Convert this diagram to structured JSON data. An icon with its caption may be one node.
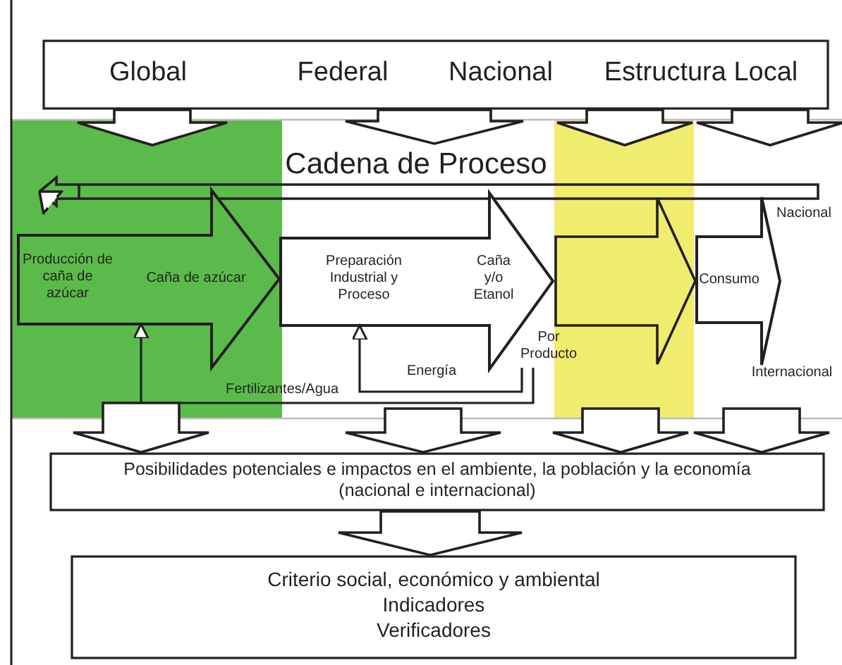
{
  "diagram": {
    "nodes": [
      {
        "text": [
          "Global",
          "Federal",
          "Nacional",
          "Estructura Local"
        ]
      },
      {
        "text": [
          "Producción de caña de azúcar",
          "Caña de azúcar"
        ]
      },
      {
        "text": [
          "Preparación Industrial y Proceso",
          "Caña y/o Etanol"
        ]
      },
      {
        "text": [
          "Consumo"
        ]
      },
      {
        "text": [
          "Posibilidades potenciales e impactos en el ambiente, la población y la economía (nacional e internacional)"
        ]
      },
      {
        "text": [
          "Criterio social, económico y ambiental",
          "Indicadores",
          "Verificadores"
        ]
      },
      {
        "text": [
          "Por Producto"
        ]
      }
    ],
    "edges": [
      {
        "from": 0,
        "to": null,
        "arrow": "to"
      },
      {
        "from": 0,
        "to": null,
        "arrow": "to"
      },
      {
        "from": 0,
        "to": null,
        "arrow": "to"
      },
      {
        "from": 0,
        "to": null,
        "arrow": "to"
      },
      {
        "from": 2,
        "to": 3,
        "arrow": "to"
      },
      {
        "from": 3,
        "to": null,
        "arrow": "to"
      },
      {
        "from": 6,
        "to": 1,
        "arrow": "to",
        "label": "Fertilizantes/Agua"
      },
      {
        "from": 6,
        "to": 2,
        "arrow": "to",
        "label": "Energía"
      },
      {
        "from": null,
        "to": 4,
        "arrow": "to"
      },
      {
        "from": null,
        "to": 4,
        "arrow": "to"
      },
      {
        "from": null,
        "to": 4,
        "arrow": "to"
      },
      {
        "from": null,
        "to": 4,
        "arrow": "to"
      },
      {
        "from": 4,
        "to": 5,
        "arrow": "to"
      }
    ],
    "labels": [
      "Cadena de Proceso",
      "Nacional",
      "Internacional"
    ]
  }
}
